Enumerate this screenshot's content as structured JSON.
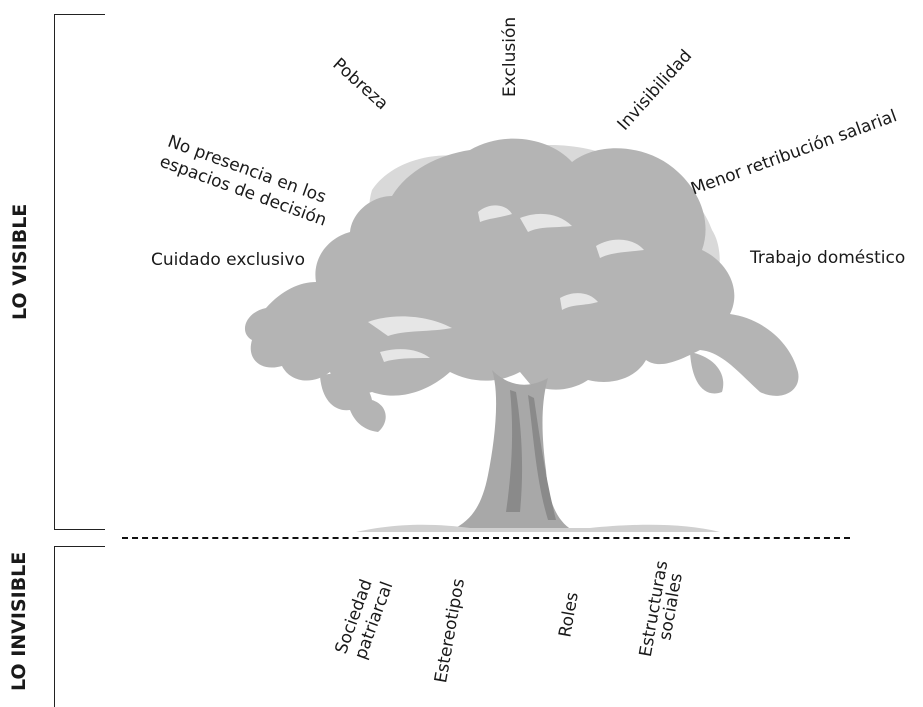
{
  "sections": {
    "visible": "LO VISIBLE",
    "invisible": "LO INVISIBLE"
  },
  "visible_labels": {
    "exclusion": "Exclusión",
    "pobreza": "Pobreza",
    "invisibilidad": "Invisibilidad",
    "no_presencia_1": "No presencia en los",
    "no_presencia_2": "espacios de decisión",
    "menor_retribucion": "Menor retribución salarial",
    "cuidado_exclusivo": "Cuidado exclusivo",
    "trabajo_domestico": "Trabajo doméstico"
  },
  "invisible_labels": {
    "sociedad_1": "Sociedad",
    "sociedad_2": "patriarcal",
    "estereotipos": "Estereotipos",
    "roles": "Roles",
    "estructuras_1": "Estructuras",
    "estructuras_2": "sociales"
  },
  "colors": {
    "canopy_light": "#d9d9d9",
    "canopy_mid": "#b4b4b4",
    "trunk": "#a8a8a8",
    "trunk_dark": "#8a8a8a",
    "lines": "#111111"
  }
}
